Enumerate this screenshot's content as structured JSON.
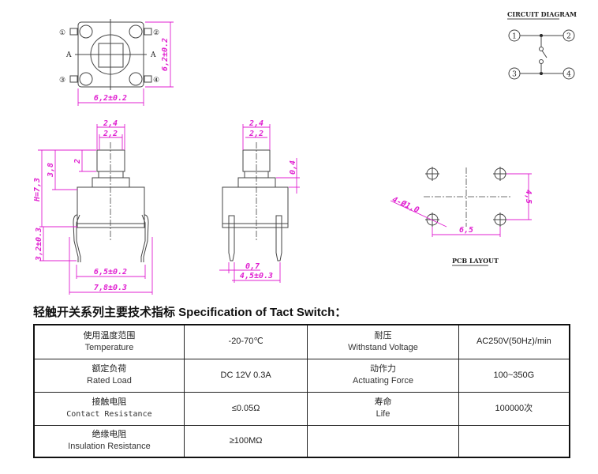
{
  "top_view": {
    "pins": [
      "①",
      "②",
      "③",
      "④"
    ],
    "section_mark": "A",
    "width_dim": "6,2±0.2",
    "height_dim": "6,2±0.2"
  },
  "side_view_front": {
    "dim_top_outer": "2,4",
    "dim_top_inner": "2,2",
    "dim_plunger": "2",
    "dim_stem": "3,8",
    "dim_height": "H=7,3",
    "dim_pin_length": "3,2±0.3",
    "dim_pin_pitch": "6,5±0.2",
    "dim_overall": "7,8±0.3"
  },
  "side_view_side": {
    "dim_top_outer": "2,4",
    "dim_top_inner": "2,2",
    "dim_collar": "0,4",
    "dim_pin_width": "0,7",
    "dim_pin_pitch": "4,5±0.3"
  },
  "circuit": {
    "title": "CIRCUIT DIAGRAM",
    "pins": [
      "1",
      "2",
      "3",
      "4"
    ]
  },
  "pcb": {
    "title": "PCB LAYOUT",
    "hole_dim": "4-Ø1,0",
    "vertical_dim": "4,5",
    "horizontal_dim": "6,5"
  },
  "spec": {
    "title": "轻触开关系列主要技术指标 Specification of Tact Switch：",
    "rows": [
      {
        "label_cn": "使用温度范围",
        "label_en": "Temperature",
        "value": "-20-70℃",
        "label2_cn": "耐压",
        "label2_en": "Withstand Voltage",
        "value2": "AC250V(50Hz)/min"
      },
      {
        "label_cn": "额定负荷",
        "label_en": "Rated Load",
        "value": "DC 12V 0.3A",
        "label2_cn": "动作力",
        "label2_en": "Actuating Force",
        "value2": "100~350G"
      },
      {
        "label_cn": "接触电阻",
        "label_en": "Contact Resistance",
        "value": "≤0.05Ω",
        "label2_cn": "寿命",
        "label2_en": "Life",
        "value2": "100000次"
      },
      {
        "label_cn": "绝缘电阻",
        "label_en": "Insulation Resistance",
        "value": "≥100MΩ",
        "label2_cn": "",
        "label2_en": "",
        "value2": ""
      }
    ]
  }
}
